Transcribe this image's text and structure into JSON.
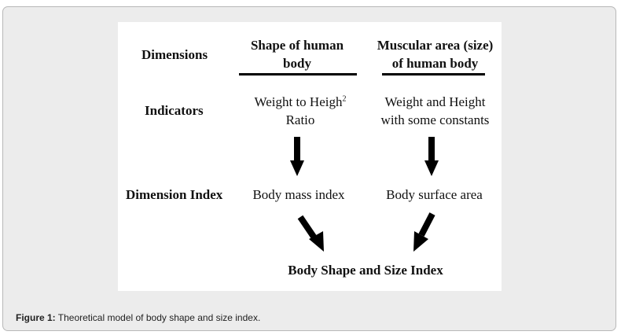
{
  "rows": {
    "dimensions": "Dimensions",
    "indicators": "Indicators",
    "dimension_index": "Dimension Index"
  },
  "columns": {
    "shape": {
      "header_line1": "Shape of human",
      "header_line2": "body",
      "indicator_line1": "Weight to Heigh",
      "indicator_sup": "2",
      "indicator_line2": "Ratio",
      "index": "Body mass index"
    },
    "size": {
      "header_line1": "Muscular area (size)",
      "header_line2": "of human body",
      "indicator_line1": "Weight and Height",
      "indicator_line2": "with some constants",
      "index": "Body surface area"
    }
  },
  "result": "Body Shape and Size Index",
  "caption": {
    "label": "Figure 1:",
    "text": " Theoretical model of body shape and size index."
  }
}
